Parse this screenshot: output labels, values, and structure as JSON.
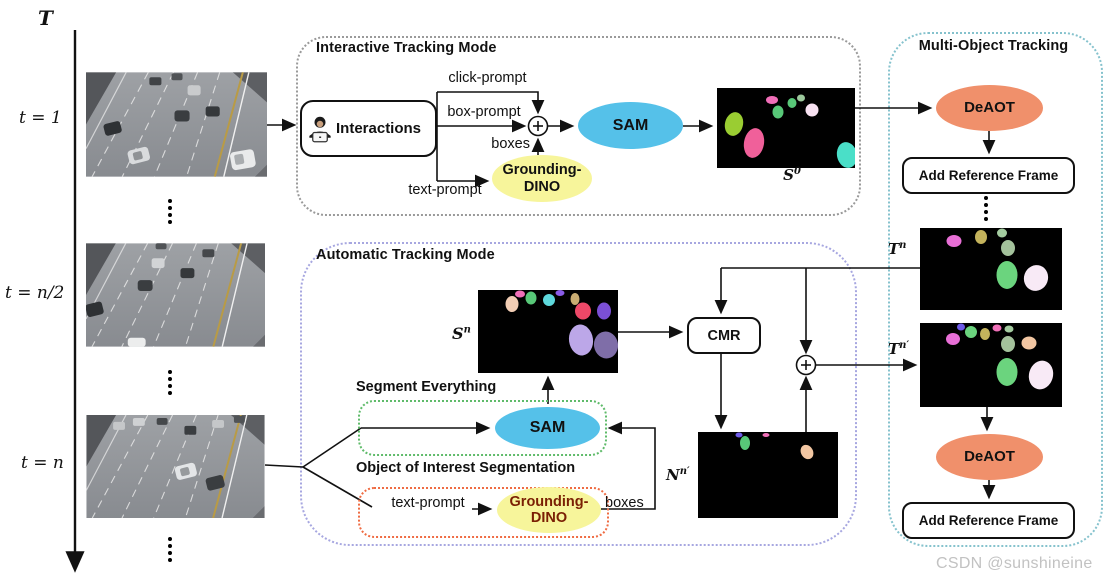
{
  "timeline": {
    "axis_label": "T",
    "frame_labels": [
      "t = 1",
      "t = n/2",
      "t = n"
    ]
  },
  "interactive": {
    "title": "Interactive Tracking Mode",
    "interactions_label": "Interactions",
    "click_prompt": "click-prompt",
    "box_prompt": "box-prompt",
    "boxes_label": "boxes",
    "text_prompt": "text-prompt",
    "sam_label": "SAM",
    "grounding_dino_line1": "Grounding-",
    "grounding_dino_line2": "DINO",
    "mask_s0": {
      "base": "S",
      "sup": "0"
    }
  },
  "automatic": {
    "title": "Automatic Tracking Mode",
    "segment_everything_label": "Segment Everything",
    "object_of_interest_label": "Object of Interest Segmentation",
    "sam_label": "SAM",
    "grounding_dino_line1": "Grounding-",
    "grounding_dino_line2": "DINO",
    "text_prompt": "text-prompt",
    "boxes_label": "boxes",
    "cmr_label": "CMR",
    "mask_sn": {
      "base": "S",
      "sup": "n"
    },
    "mask_nn": {
      "base": "N",
      "sup": "n′"
    }
  },
  "mot": {
    "title": "Multi-Object Tracking",
    "deaot_label": "DeAOT",
    "add_reference_label": "Add Reference Frame",
    "mask_tn": {
      "base": "T",
      "sup": "n"
    },
    "mask_tn_prime": {
      "base": "T",
      "sup": "n′"
    }
  },
  "watermark": "CSDN @sunshineine",
  "colors": {
    "sam": "#55C1E9",
    "grounding_dino": "#F7F59B",
    "deaot": "#F0906B",
    "interactive_border": "#9a9a9a",
    "automatic_border": "#a7a7e0",
    "mot_border": "#85c2cd",
    "segment_border": "#5fbb6a",
    "ooi_border": "#ef6c43"
  }
}
